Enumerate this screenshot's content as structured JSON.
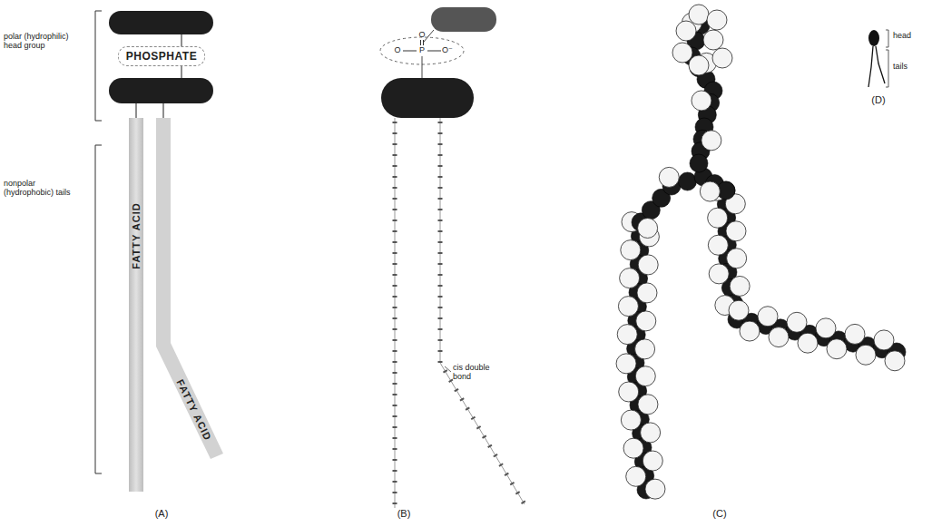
{
  "diagram": {
    "nodes": [
      {
        "text": [
          "PHOSPHATE"
        ]
      }
    ],
    "labels": [
      "polar (hydrophilic) head group",
      "nonpolar (hydrophobic) tails",
      "FATTY ACID",
      "FATTY ACID",
      "O",
      "O",
      "P",
      "O⁻",
      "cis double bond",
      "head",
      "tails",
      "(A)",
      "(B)",
      "(C)",
      "(D)"
    ]
  }
}
